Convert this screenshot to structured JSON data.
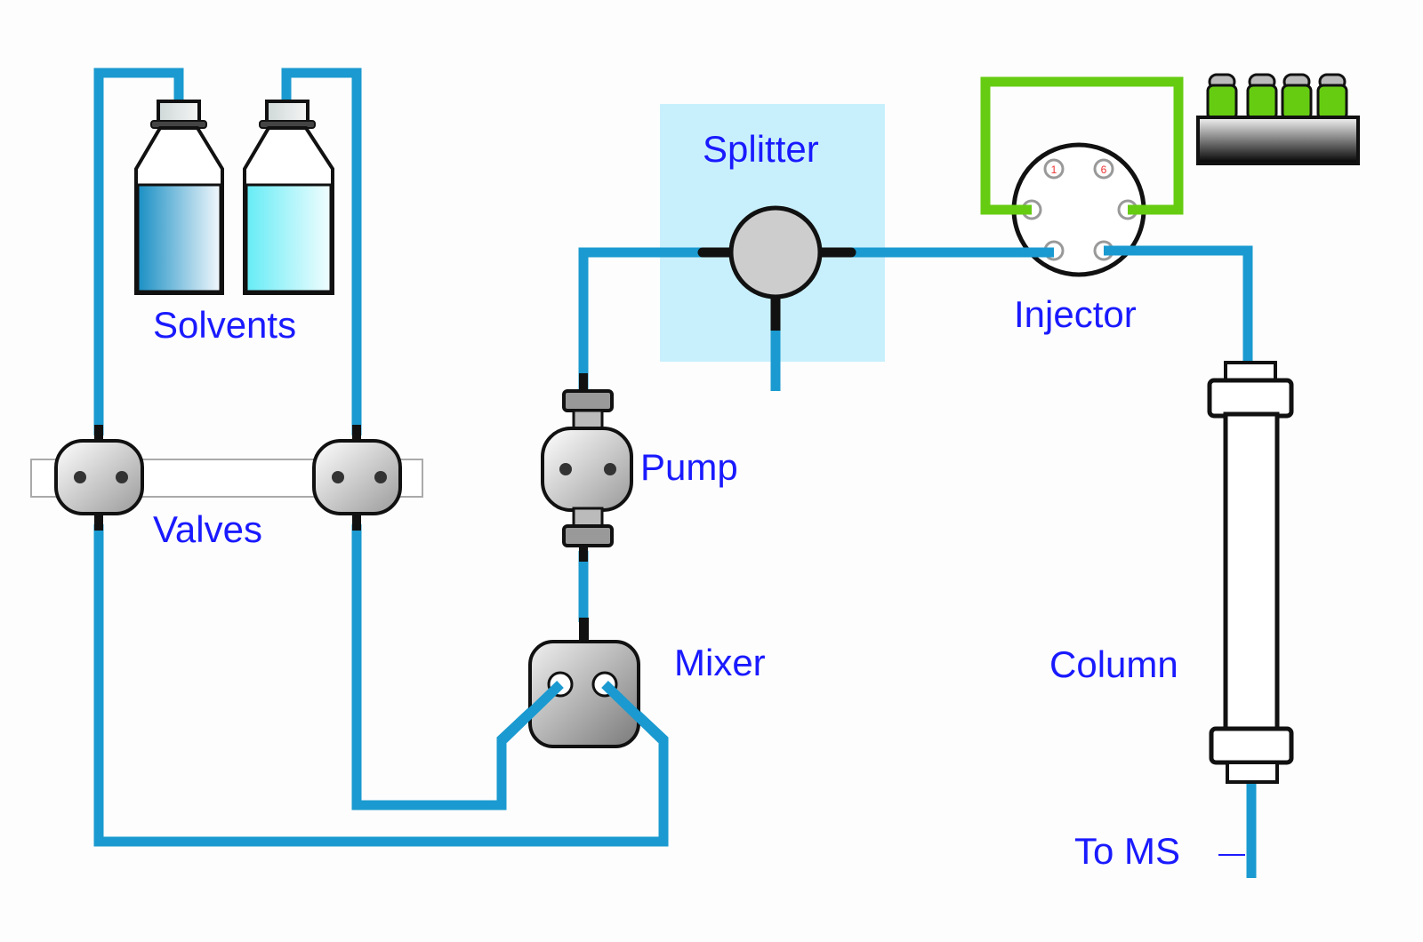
{
  "title": "HPLC-MS flow diagram",
  "colors": {
    "tubing": "#1a9ad0",
    "sample_loop": "#66cc11",
    "label": "#1a1aff",
    "splitter_bg": "#c8f0fc",
    "vials": "#66cc11"
  },
  "labels": {
    "solvents": "Solvents",
    "valves": "Valves",
    "pump": "Pump",
    "mixer": "Mixer",
    "splitter": "Splitter",
    "injector": "Injector",
    "column": "Column",
    "to_ms": "To MS"
  },
  "injector_ports": [
    "1",
    "6"
  ],
  "components": [
    "solvent-bottle-a",
    "solvent-bottle-b",
    "valve-a",
    "valve-b",
    "pump",
    "mixer",
    "splitter",
    "injector",
    "autosampler-tray",
    "column"
  ]
}
